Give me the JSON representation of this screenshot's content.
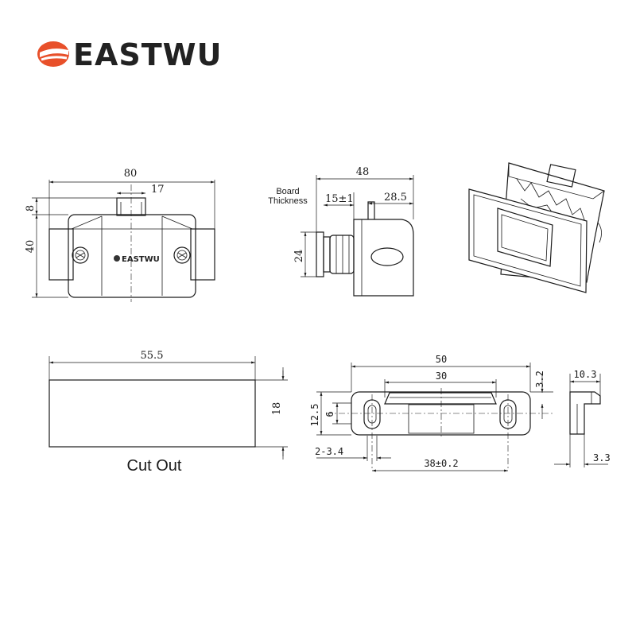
{
  "brand": {
    "name": "EASTWU",
    "logo_color": "#e8502a",
    "product_label": "EASTWU"
  },
  "front_view": {
    "width_total": "80",
    "top_tab_width": "17",
    "tab_height": "8",
    "height": "40"
  },
  "side_view": {
    "board_label_line1": "Board",
    "board_label_line2": "Thickness",
    "depth_total": "48",
    "board_thickness": "15±1",
    "body_depth": "28.5",
    "knob_height": "24"
  },
  "cut_out": {
    "width": "55.5",
    "height": "18",
    "caption": "Cut Out"
  },
  "strike_plate": {
    "length": "50",
    "inner_length": "30",
    "hole_pitch": "38±0.2",
    "slot_width": "2-3.4",
    "height": "12.5",
    "inner_height": "6",
    "lip_offset": "3.2",
    "side_depth": "10.3",
    "side_thickness": "3.3"
  }
}
